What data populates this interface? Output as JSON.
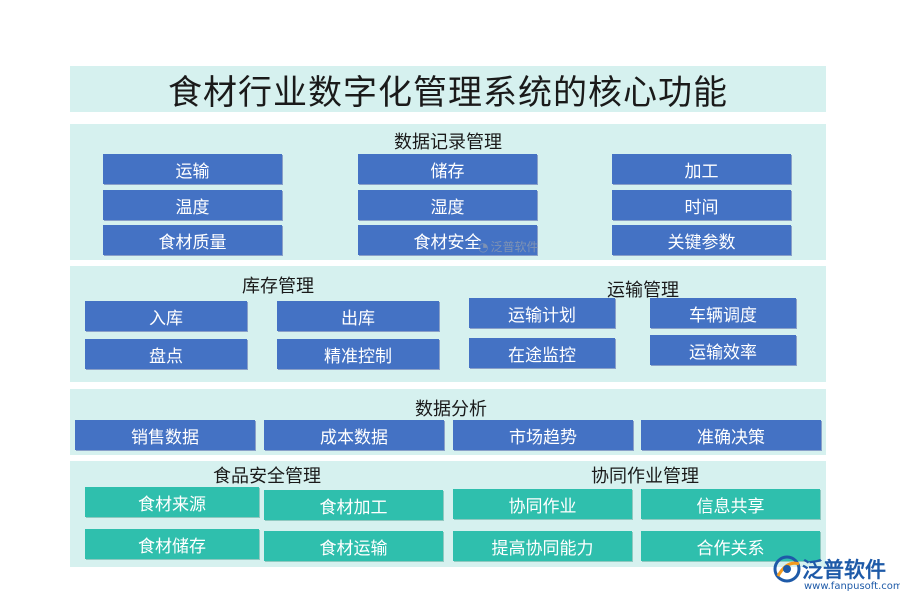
{
  "title": "食材行业数字化管理系统的核心功能",
  "sections": {
    "records": {
      "title": "数据记录管理",
      "items": [
        "运输",
        "储存",
        "加工",
        "温度",
        "湿度",
        "时间",
        "食材质量",
        "食材安全",
        "关键参数"
      ]
    },
    "inventory": {
      "title": "库存管理",
      "items": [
        "入库",
        "出库",
        "盘点",
        "精准控制"
      ]
    },
    "transport": {
      "title": "运输管理",
      "items": [
        "运输计划",
        "车辆调度",
        "在途监控",
        "运输效率"
      ]
    },
    "analysis": {
      "title": "数据分析",
      "items": [
        "销售数据",
        "成本数据",
        "市场趋势",
        "准确决策"
      ]
    },
    "food_safety": {
      "title": "食品安全管理",
      "items": [
        "食材来源",
        "食材加工",
        "食材储存",
        "食材运输"
      ]
    },
    "collab": {
      "title": "协同作业管理",
      "items": [
        "协同作业",
        "信息共享",
        "提高协同能力",
        "合作关系"
      ]
    }
  },
  "watermark": {
    "text": "泛普软件"
  },
  "logo": {
    "name": "泛普软件",
    "url": "www.fanpusoft.com"
  },
  "colors": {
    "panel": "#d6f1ef",
    "blue_box": "#4472c4",
    "teal_box": "#2fbfad"
  }
}
